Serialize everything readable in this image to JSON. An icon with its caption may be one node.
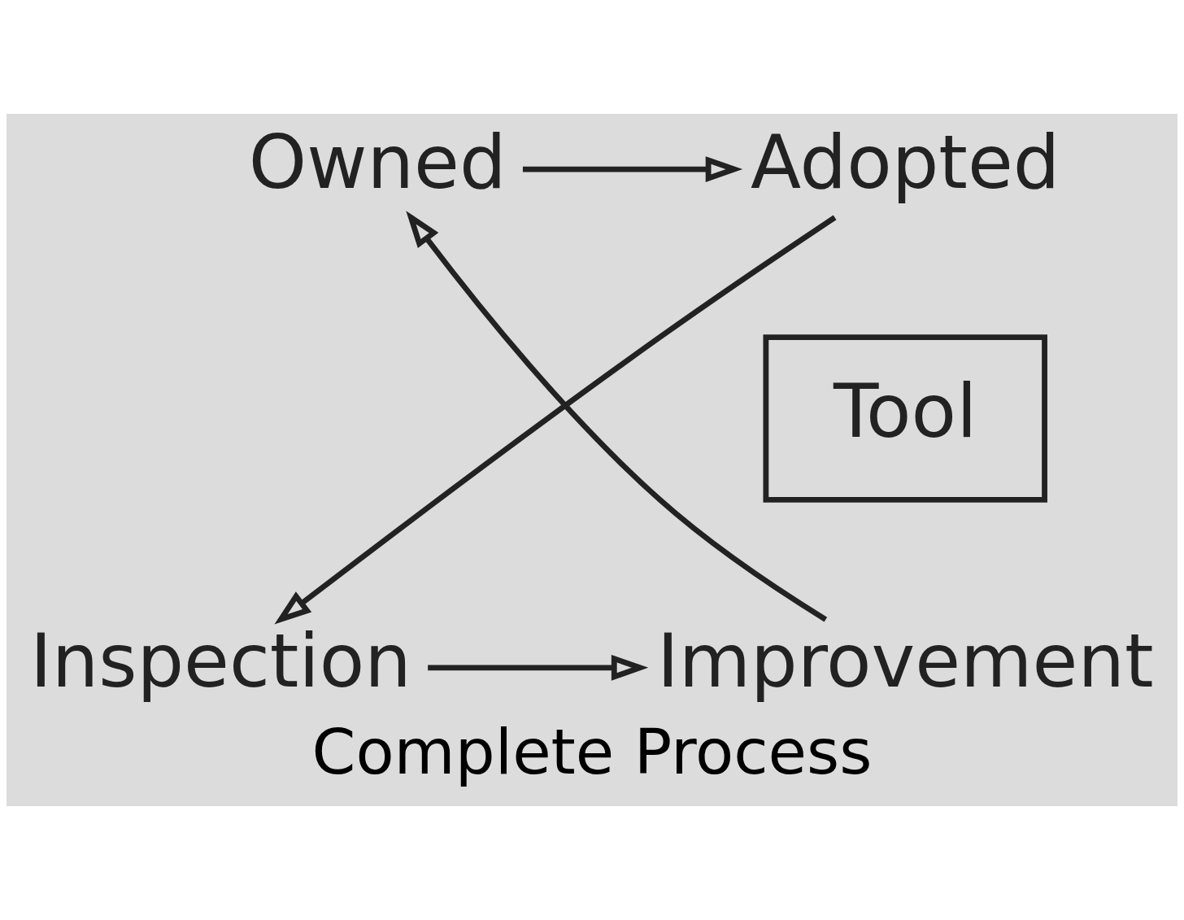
{
  "diagram": {
    "caption": "Complete Process",
    "nodes": [
      {
        "text": [
          "Owned"
        ]
      },
      {
        "text": [
          "Adopted"
        ]
      },
      {
        "text": [
          "Tool"
        ]
      },
      {
        "text": [
          "Improvement"
        ]
      },
      {
        "text": [
          "Inspection"
        ]
      }
    ],
    "edges": [
      {
        "from": 0,
        "to": 1,
        "arrow": "to"
      },
      {
        "from": 1,
        "to": 4,
        "arrow": "to"
      },
      {
        "from": 4,
        "to": 3,
        "arrow": "to"
      },
      {
        "from": 3,
        "to": 0,
        "arrow": "to"
      }
    ]
  }
}
